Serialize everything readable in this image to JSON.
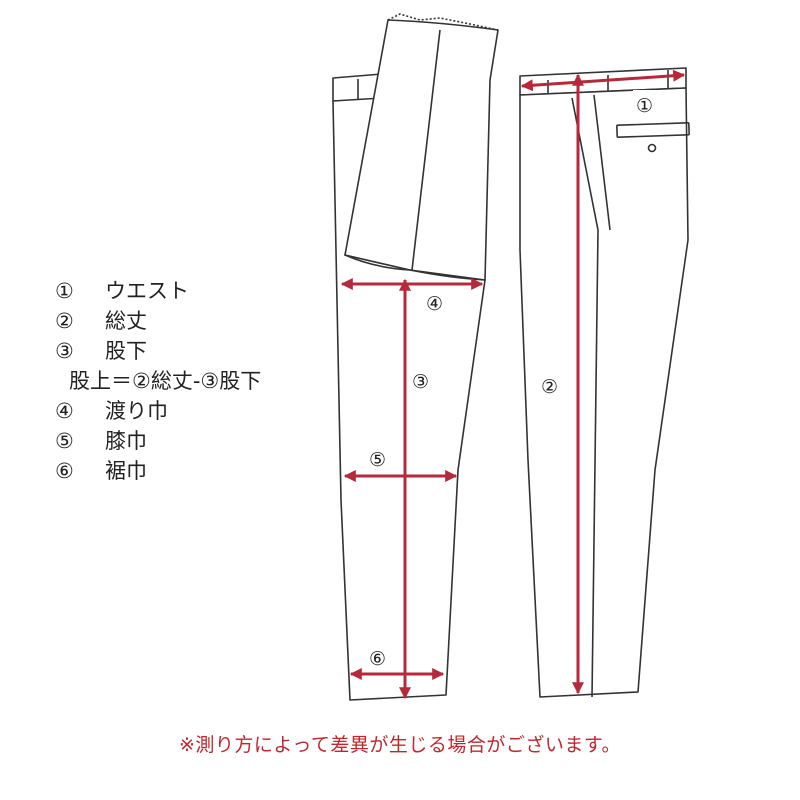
{
  "colors": {
    "accent": "#b5293a",
    "outline": "#333333",
    "note": "#c0272d"
  },
  "legend": [
    {
      "num": "①",
      "text": "ウエスト"
    },
    {
      "num": "②",
      "text": "総丈"
    },
    {
      "num": "③",
      "text": "股下"
    },
    {
      "num": "④",
      "text": "渡り巾"
    },
    {
      "num": "⑤",
      "text": "膝巾"
    },
    {
      "num": "⑥",
      "text": "裾巾"
    }
  ],
  "formula": "股上＝②総丈-③股下",
  "markers": {
    "waist": "①",
    "total_length": "②",
    "inseam": "③",
    "thigh": "④",
    "knee": "⑤",
    "hem": "⑥"
  },
  "note": "※測り方によって差異が生じる場合がございます。"
}
